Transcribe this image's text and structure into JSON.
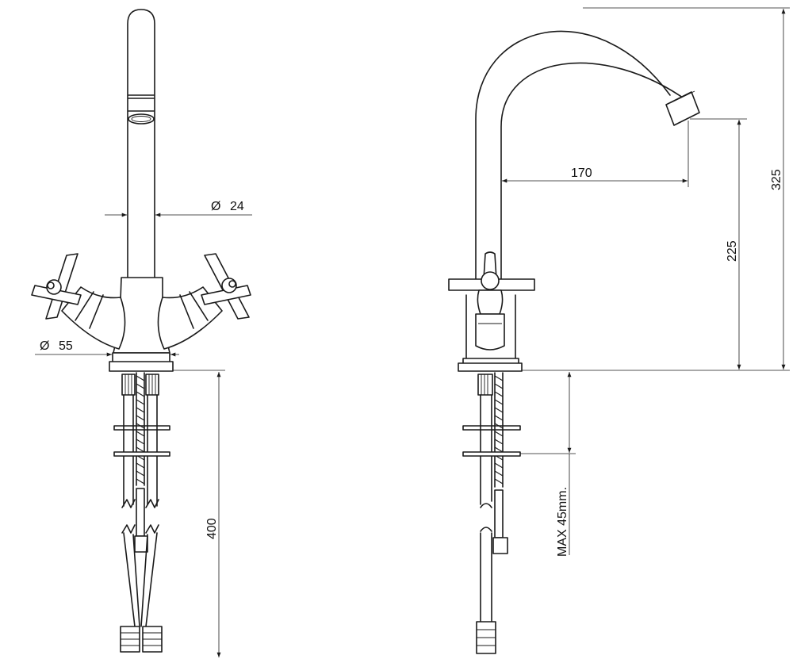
{
  "dimensions": {
    "pipe_diameter": {
      "symbol": "Ø",
      "value": "24"
    },
    "base_diameter": {
      "symbol": "Ø",
      "value": "55"
    },
    "shank_length": "400",
    "spout_reach": "170",
    "spout_height": "225",
    "total_height": "325",
    "max_deck_thickness": "MAX 45mm."
  },
  "colors": {
    "line": "#1a1a1a",
    "background": "#ffffff"
  }
}
